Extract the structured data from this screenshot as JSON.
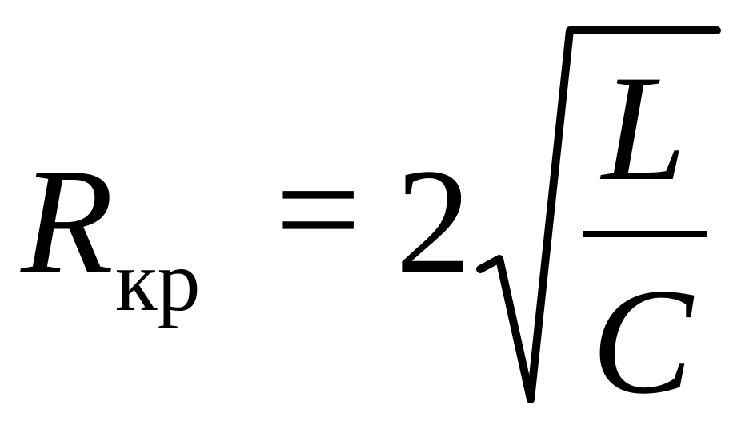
{
  "formula": {
    "lhs_symbol": "R",
    "lhs_subscript": "кр",
    "equals_sign": "=",
    "coefficient": "2",
    "numerator": "L",
    "denominator": "C",
    "ink_color": "#000000",
    "background_color": "#ffffff"
  }
}
